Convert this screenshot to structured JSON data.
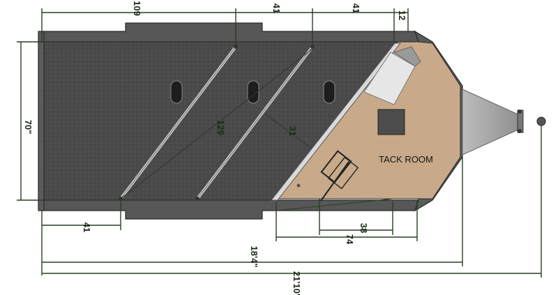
{
  "floorplan": {
    "room_label": "TACK ROOM",
    "dimensions": {
      "top_first_stall": "109",
      "top_stall_2": "41",
      "top_stall_3": "41",
      "top_end": "12",
      "height": "70\"",
      "diagonal": "129",
      "divider_gap": "31",
      "bottom_left": "41",
      "tack_width": "38",
      "tack_depth": "74",
      "body_length": "18'4\"",
      "overall_length": "21'10\""
    },
    "colors": {
      "floor": "#4b4b4b",
      "wall": "#5a5a5a",
      "tack_floor": "#c9ab8c",
      "tongue": "#a9a9a9",
      "dim_line": "#254020"
    }
  }
}
